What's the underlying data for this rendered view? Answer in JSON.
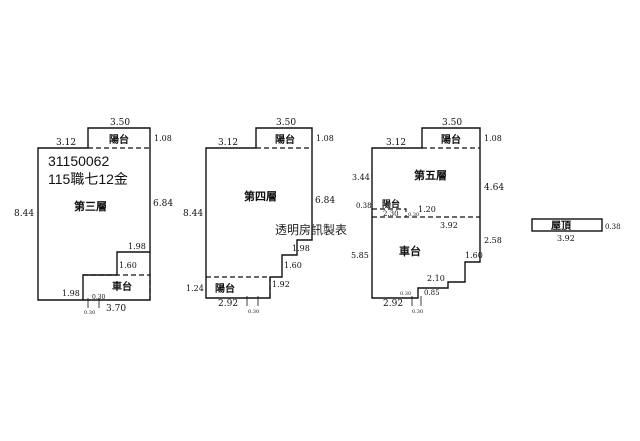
{
  "overlay": {
    "doc_id": "31150062",
    "doc_addr": "115職七12金",
    "watermark": "透明房訊製表"
  },
  "plan3": {
    "room": "第三層",
    "balcony": "陽台",
    "garage": "車台",
    "dims": {
      "top_left": "3.12",
      "top_balcony": "3.50",
      "right_top": "1.08",
      "left": "8.44",
      "right": "6.84",
      "step_w": "1.98",
      "step_h": "1.60",
      "bottom_left": "1.98",
      "bottom_small": "0.30",
      "bottom_right": "3.70",
      "tiny": "0.30"
    }
  },
  "plan4": {
    "room": "第四層",
    "balcony_top": "陽台",
    "balcony_bottom": "陽台",
    "dims": {
      "top_left": "3.12",
      "top_balcony": "3.50",
      "right_top": "1.08",
      "left": "8.44",
      "right": "6.84",
      "step_w": "1.98",
      "step_h": "1.60",
      "step_w2": "1.92",
      "bottom_left_h": "1.24",
      "bottom_w": "2.92",
      "tiny": "0.30"
    }
  },
  "plan5": {
    "room": "第五層",
    "balcony_top": "陽台",
    "balcony_mid": "陽台",
    "garage": "車台",
    "dims": {
      "top_left": "3.12",
      "top_balcony": "3.50",
      "right_top": "1.08",
      "left_top": "3.44",
      "left_small": "0.38",
      "left_bottom": "5.85",
      "right_mid": "4.64",
      "mid_a": "1.20",
      "mid_b": "2.30",
      "mid_c": "0.30",
      "mid_d": "3.92",
      "right_low": "2.58",
      "step_h": "1.60",
      "step_w": "2.10",
      "step_small": "0.85",
      "step_tiny": "0.30",
      "bottom_w": "2.92",
      "tiny": "0.30"
    }
  },
  "plan6": {
    "room": "屋頂",
    "width": "3.92",
    "depth": "0.38"
  }
}
